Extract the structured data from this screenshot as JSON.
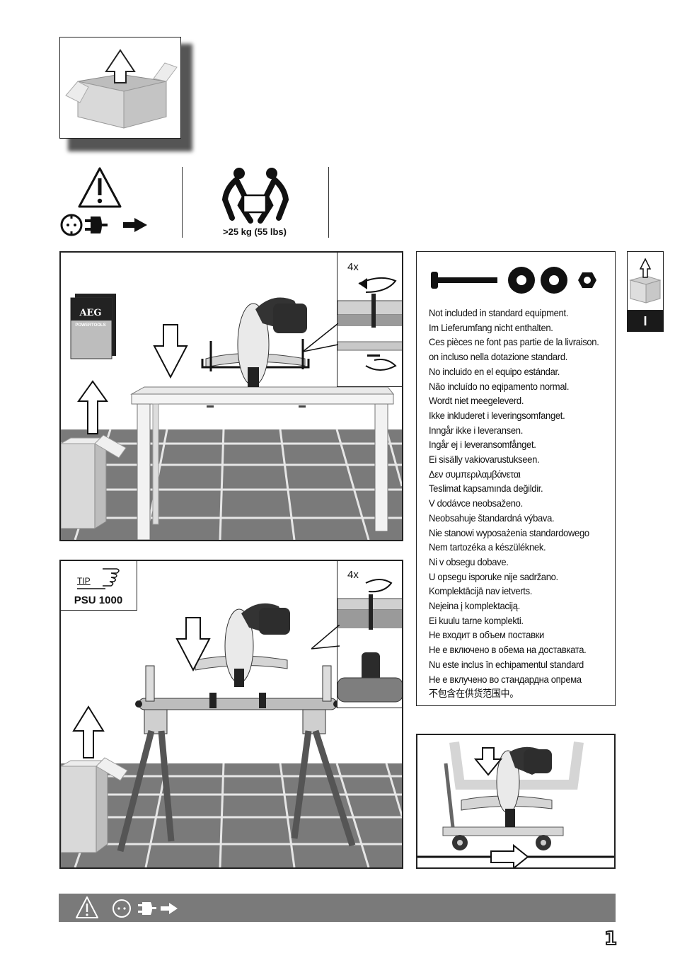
{
  "weight_label": ">25 kg (55 lbs)",
  "pack_count_top": "4x",
  "pack_count_bottom": "4x",
  "brand": {
    "name": "AEG",
    "sub": "POWERTOOLS"
  },
  "tip": {
    "word": "TIP",
    "product": "PSU 1000"
  },
  "side_tab": {
    "label": "I"
  },
  "not_included": [
    "Not included in standard equipment.",
    "Im Lieferumfang nicht enthalten.",
    "Ces pièces ne font pas partie de la livraison.",
    "on incluso nella dotazione standard.",
    "No incluido en el equipo estándar.",
    "Não incluído no eqipamento normal.",
    "Wordt niet meegeleverd.",
    "Ikke inkluderet i leveringsomfanget.",
    "Inngår ikke i leveransen.",
    "Ingår ej i leveransomfånget.",
    "Ei sisälly vakiovarustukseen.",
    "Δεν συμπεριλαμβάνεται",
    "Teslimat kapsamında değildir.",
    "V dodávce neobsaženo.",
    "Neobsahuje štandardná výbava.",
    "Nie stanowi wyposażenia standardowego",
    "Nem tartozéka a készüléknek.",
    "Ni v obsegu dobave.",
    "U opsegu isporuke nije sadržano.",
    "Komplektācijā nav ietverts.",
    "Neįeina į komplektaciją.",
    "Ei kuulu tarne komplekti.",
    "Не входит в объем поставки",
    "Не е включено в обема на доставката.",
    "Nu este inclus în echipamentul standard",
    "Не е вклучено во стандардна опрема",
    "不包含在供货范围中。"
  ],
  "page_number": "1",
  "colors": {
    "band": "#7a7a7a",
    "tab": "#1a1a1a",
    "floor": "#6f6f6f",
    "box": "#d6d6d6"
  }
}
